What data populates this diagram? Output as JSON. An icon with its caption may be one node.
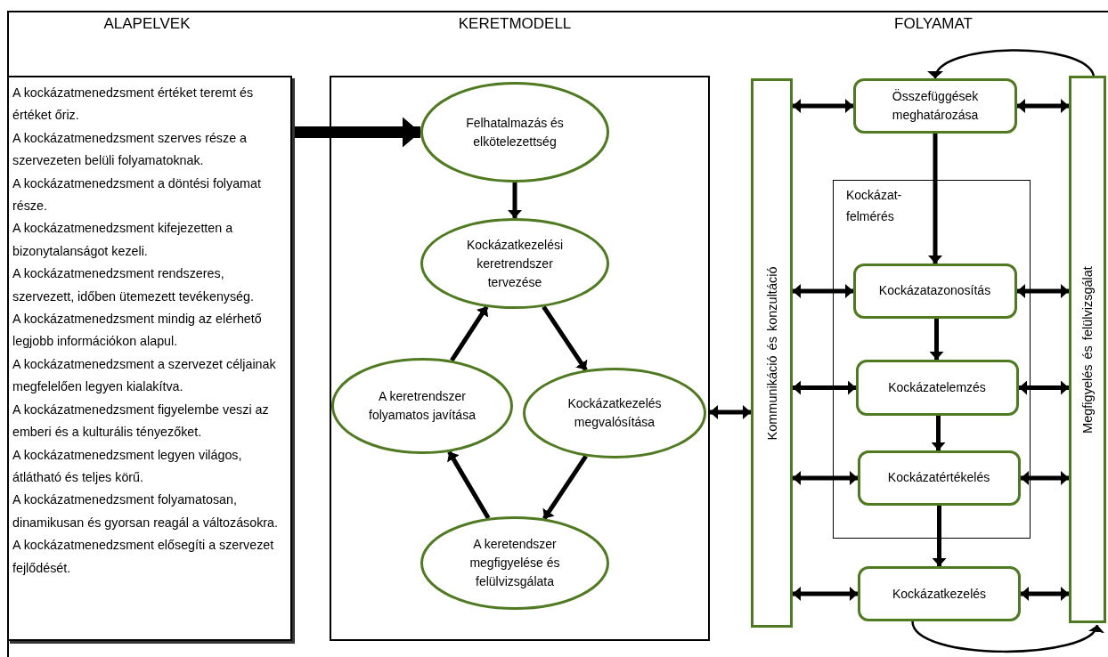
{
  "diagram": {
    "nodes": [
      {
        "text": [
          "A kockázatmenedzsment értéket teremt és értéket őriz.",
          "A kockázatmenedzsment szerves része a szervezeten belüli folyamatoknak.",
          "A kockázatmenedzsment a döntési folyamat része.",
          "A kockázatmenedzsment kifejezetten a bizonytalanságot kezeli.",
          "A kockázatmenedzsment rendszeres, szervezett, időben ütemezett tevékenység.",
          "A kockázatmenedzsment mindig az elérhető legjobb információkon alapul.",
          "A kockázatmenedzsment a szervezet céljainak megfelelően legyen kialakítva.",
          "A kockázatmenedzsment figyelembe veszi az emberi és a kulturális tényezőket.",
          "A kockázatmenedzsment legyen világos, átlátható és teljes körű.",
          "A kockázatmenedzsment folyamatosan, dinamikusan és gyorsan reagál a változásokra.",
          "A kockázatmenedzsment elősegíti a szervezet fejlődését."
        ]
      },
      {
        "text": [],
        "shape": "box"
      },
      {
        "text": [
          "Felhatalmazás és elkötelezettség"
        ],
        "in": 1
      },
      {
        "text": [
          "Kockázatkezelési keretrendszer tervezése"
        ],
        "in": 1
      },
      {
        "text": [
          "Kockázatkezelés megvalósítása"
        ],
        "in": 1
      },
      {
        "text": [
          "A keretrendszer folyamatos javítása"
        ],
        "in": 1
      },
      {
        "text": [
          "A keretendszer megfigyelése és felülvizsgálata"
        ],
        "in": 1
      },
      {
        "text": [
          "Kommunikáció és konzultáció"
        ]
      },
      {
        "text": [
          "Összefüggések meghatározása"
        ]
      },
      {
        "text": [
          "Kockázat-felmérés"
        ]
      },
      {
        "text": [
          "Kockázatazonosítás"
        ],
        "in": 9
      },
      {
        "text": [
          "Kockázatelemzés"
        ],
        "in": 9
      },
      {
        "text": [
          "Kockázatértékelés"
        ],
        "in": 9
      },
      {
        "text": [
          "Kockázatkezelés"
        ]
      },
      {
        "text": [
          "Megfigyelés és felülvizsgálat"
        ]
      }
    ],
    "edges": [
      {
        "from": 0,
        "to": 2,
        "arrow": "to",
        "style": "thick"
      },
      {
        "from": 2,
        "to": 3,
        "arrow": "to"
      },
      {
        "from": 3,
        "to": 4,
        "arrow": "to"
      },
      {
        "from": 4,
        "to": 6,
        "arrow": "to"
      },
      {
        "from": 6,
        "to": 5,
        "arrow": "to"
      },
      {
        "from": 5,
        "to": 3,
        "arrow": "to"
      },
      {
        "from": 1,
        "to": 7,
        "arrow": "both"
      },
      {
        "from": 7,
        "to": 8,
        "arrow": "both"
      },
      {
        "from": 14,
        "to": 8,
        "arrow": "both"
      },
      {
        "from": 8,
        "to": 10,
        "arrow": "to"
      },
      {
        "from": 7,
        "to": 10,
        "arrow": "both"
      },
      {
        "from": 10,
        "to": 14,
        "arrow": "both"
      },
      {
        "from": 10,
        "to": 11,
        "arrow": "to"
      },
      {
        "from": 7,
        "to": 11,
        "arrow": "both"
      },
      {
        "from": 11,
        "to": 14,
        "arrow": "both"
      },
      {
        "from": 11,
        "to": 12,
        "arrow": "to"
      },
      {
        "from": 7,
        "to": 12,
        "arrow": "both"
      },
      {
        "from": 12,
        "to": 14,
        "arrow": "both"
      },
      {
        "from": 12,
        "to": 13,
        "arrow": "to"
      },
      {
        "from": 7,
        "to": 13,
        "arrow": "both"
      },
      {
        "from": 13,
        "to": 14,
        "arrow": "both"
      },
      {
        "from": 14,
        "to": 8,
        "arrow": "to"
      },
      {
        "from": 13,
        "to": 14,
        "arrow": "to"
      }
    ],
    "labels": [
      "ALAPELVEK",
      "KERETMODELL",
      "FOLYAMAT"
    ]
  }
}
